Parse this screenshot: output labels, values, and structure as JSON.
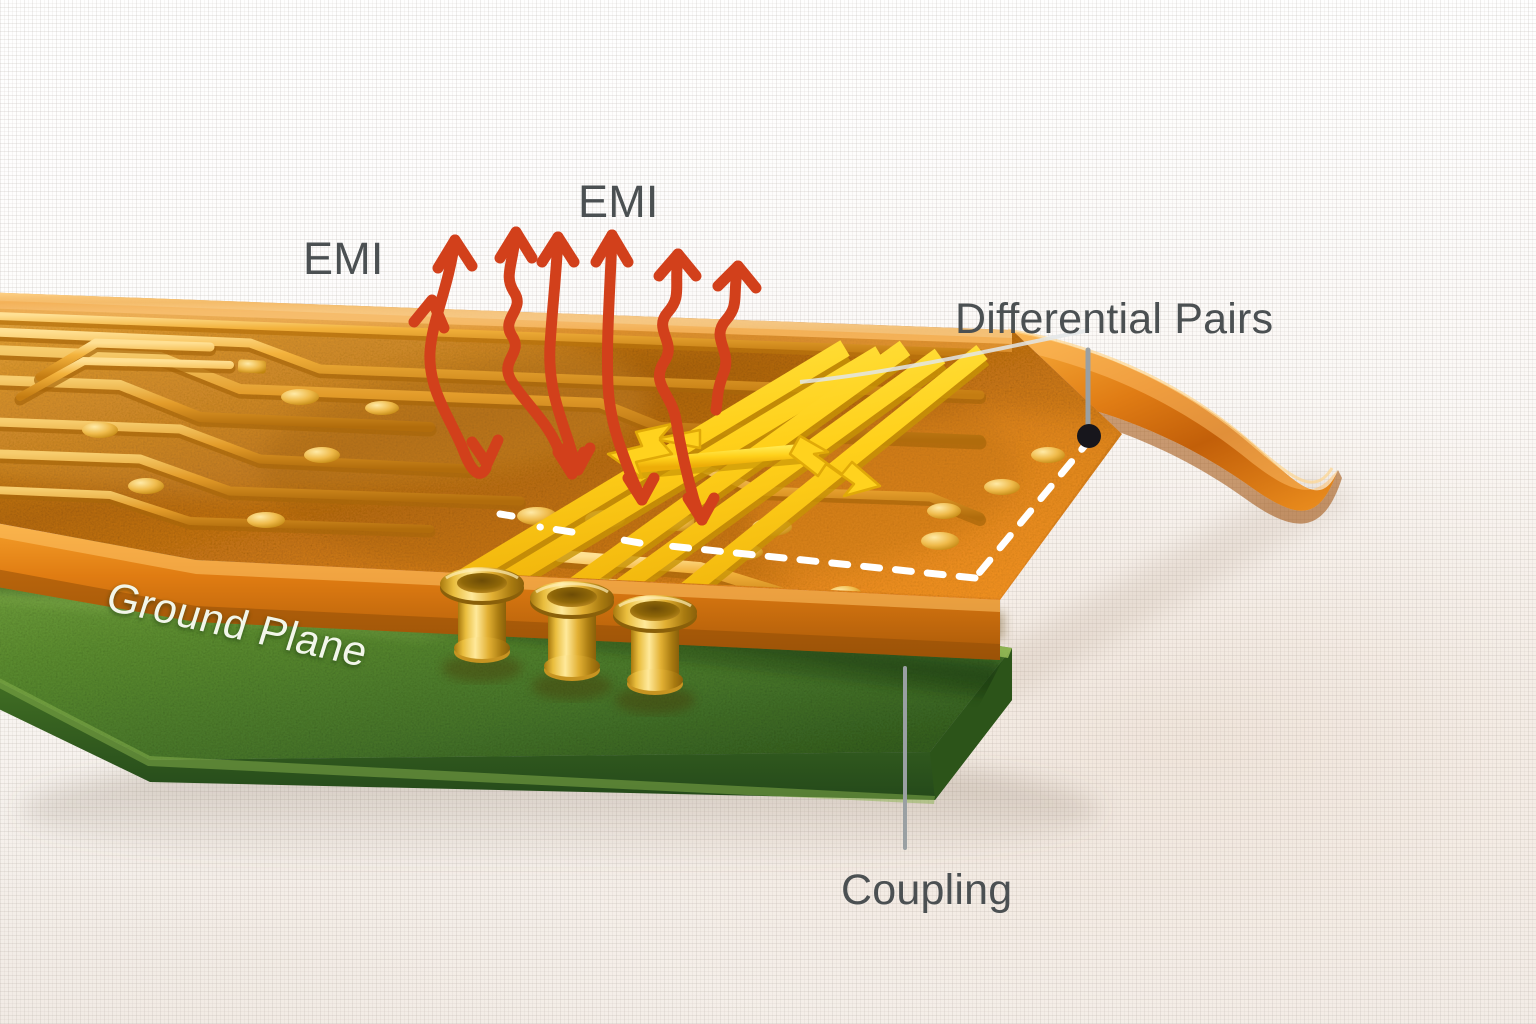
{
  "illustration": {
    "title": "Flexible PCB differential pair EMI and coupling diagram",
    "background_color": "#fdfcfb",
    "background_texture": "canvas-weave"
  },
  "labels": {
    "emi_left": {
      "text": "EMI",
      "color": "#4b5052"
    },
    "emi_top": {
      "text": "EMI",
      "color": "#4b5052"
    },
    "differential_pairs": {
      "text": "Differential Pairs",
      "color": "#4b5052"
    },
    "coupling": {
      "text": "Coupling",
      "color": "#4b5052"
    },
    "ground_plane": {
      "text": "Ground Plane",
      "color": "#f2f6ea"
    }
  },
  "annotations": {
    "leader_line_color": "#9aa0a3",
    "leader_dot_color": "#17161c",
    "emi_arrow_color": "#d2401b",
    "coupling_arrow_color": "#f5c316",
    "dashed_outline_color": "#ffffff"
  },
  "materials": {
    "flex_substrate_top": "#c87a16",
    "flex_substrate_light": "#e89a2a",
    "flex_edge": "#f08a1e",
    "copper_trace": "#f0a826",
    "copper_trace_highlight": "#ffd96b",
    "diff_pair_trace": "#ffd21e",
    "via_barrel_gold": "#e8b93a",
    "ground_plane_top": "#5f9133",
    "ground_plane_edge": "#2e5a1c"
  },
  "components": {
    "via_count": 3,
    "differential_pair_count": 3,
    "emi_arrow_count": 6,
    "emi_downward_arrow_count": 3,
    "coupling_arrow_count": 2
  }
}
